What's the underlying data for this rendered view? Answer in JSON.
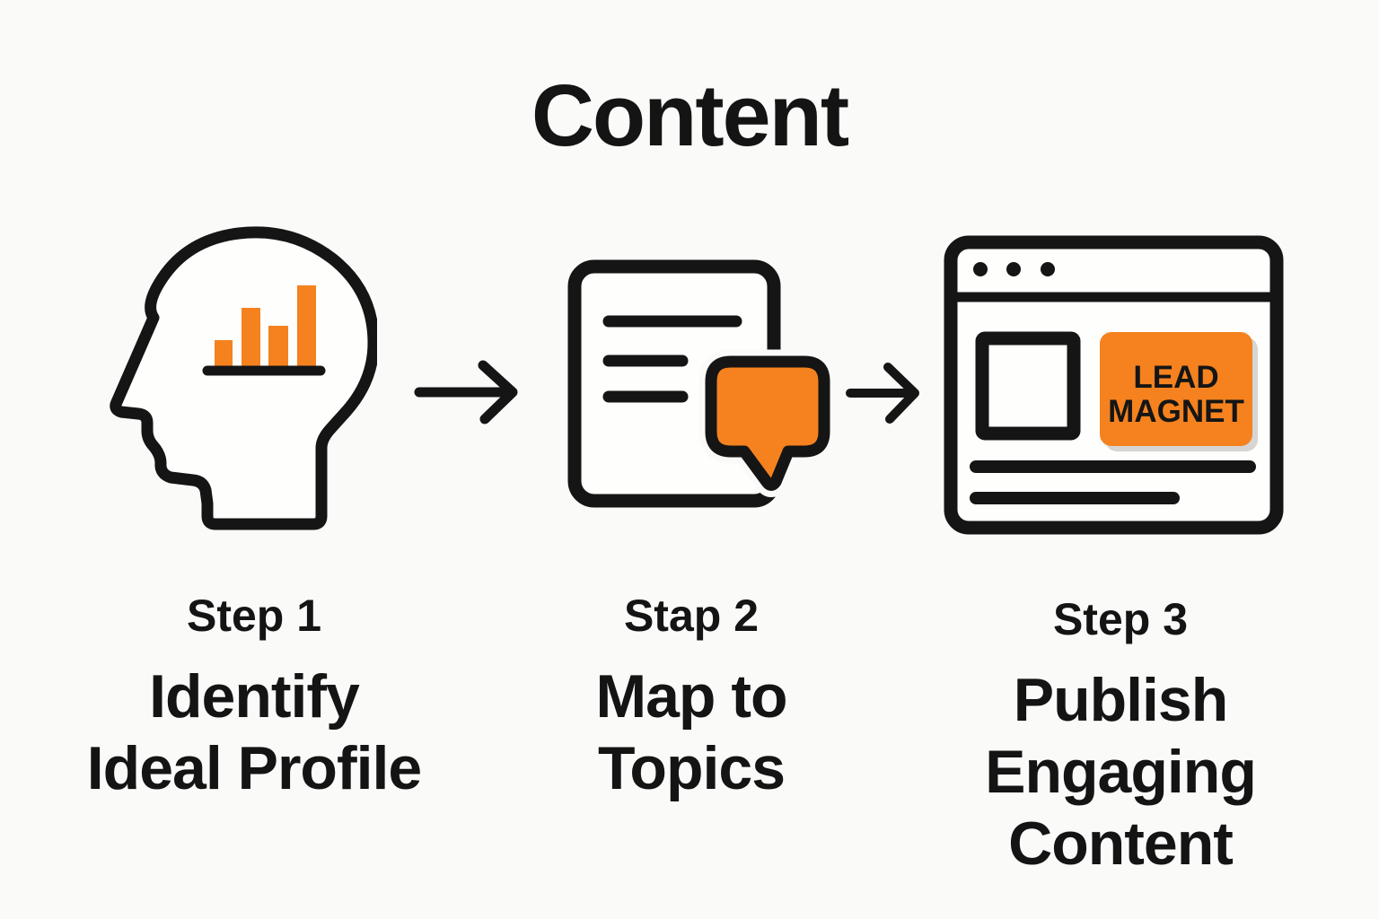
{
  "title": "Content",
  "colors": {
    "orange": "#F5821F",
    "ink": "#151515",
    "text": "#141414",
    "background": "#FAFAF9",
    "badge_shadow": "#D6D5D2"
  },
  "steps": [
    {
      "label": "Step 1",
      "lines": [
        "Identify",
        "Ideal Profile"
      ],
      "icon": "head-profile-with-bar-chart"
    },
    {
      "label": "Stap 2",
      "lines": [
        "Map to",
        "Topics"
      ],
      "icon": "document-with-chat-bubble"
    },
    {
      "label": "Step 3",
      "lines": [
        "Publish",
        "Engaging",
        "Content"
      ],
      "icon": "browser-window-with-lead-magnet-badge",
      "badge_lines": [
        "LEAD",
        "MAGNET"
      ]
    }
  ],
  "connectors": [
    {
      "icon": "arrow-right"
    },
    {
      "icon": "arrow-right"
    }
  ]
}
